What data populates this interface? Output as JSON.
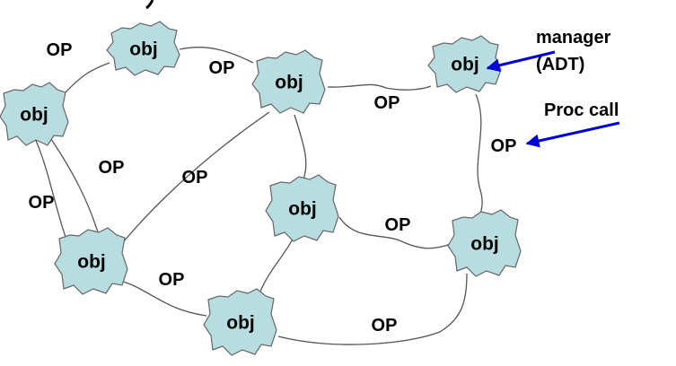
{
  "diagram": {
    "object_label": "obj",
    "operation_label": "OP",
    "annotations": {
      "manager_line1": "manager",
      "manager_line2": "(ADT)",
      "proc_call": "Proc call"
    }
  },
  "colors": {
    "object_fill": "#b7dde0",
    "arrow": "#0000dd",
    "edge": "#555555"
  }
}
